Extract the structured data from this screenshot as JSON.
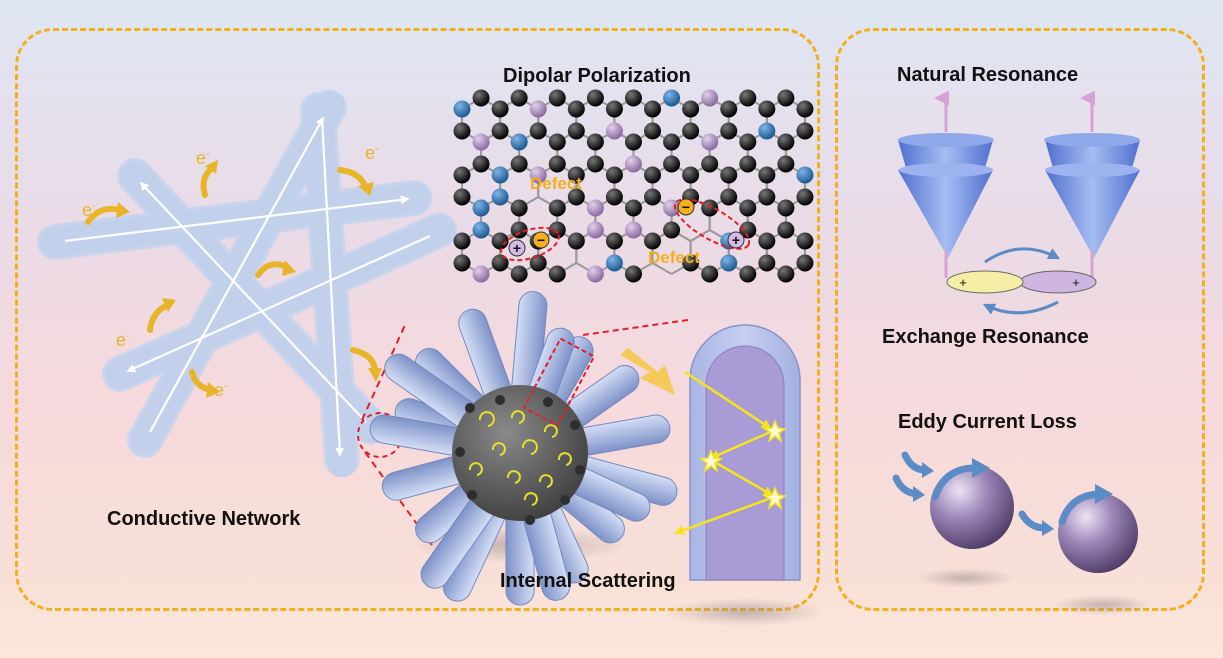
{
  "titles": {
    "dipolar": "Dipolar Polarization",
    "conductive": "Conductive Network",
    "scattering": "Internal Scattering",
    "natural": "Natural Resonance",
    "exchange": "Exchange Resonance",
    "eddy": "Eddy Current Loss"
  },
  "lattice": {
    "defect_1": "Defect",
    "defect_2": "Defect",
    "plus": "+",
    "minus": "−"
  },
  "electron": {
    "symbol": "e",
    "charge": "-"
  },
  "spins": {
    "plus_left": "+",
    "plus_right": "+"
  },
  "colors": {
    "border": "#f2b01e",
    "arrow_gold": "#e8b52a",
    "fiber": "#8fa9d6",
    "cone": "#6f8fdc",
    "sphere": "#8a78a6",
    "ray": "#f5e51a",
    "defect_text": "#f2b01e"
  }
}
